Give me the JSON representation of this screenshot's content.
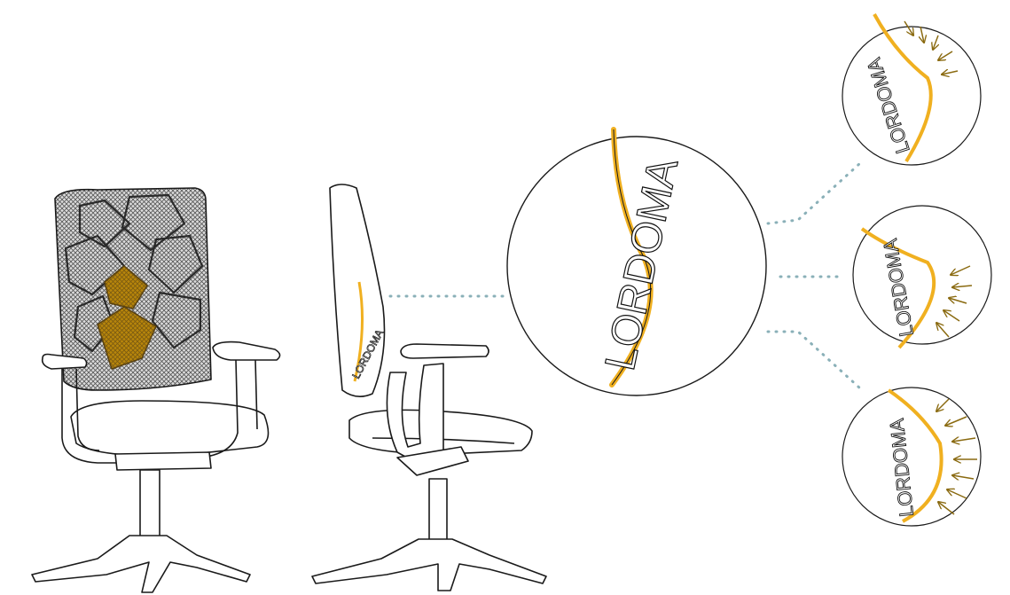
{
  "illustration": {
    "lumbar_label": "LORDOMA",
    "colors": {
      "accent": "#f0b020",
      "accent_dark": "#c8921a",
      "accent_fill": "#b8860b",
      "line": "#1a1a1a",
      "mesh": "#6e6e6e",
      "connector": "#8ab0b8"
    },
    "parts": [
      "front-view-chair",
      "side-view-chair",
      "lumbar-zoom-circle",
      "lumbar-detail-top",
      "lumbar-detail-middle",
      "lumbar-detail-bottom"
    ]
  }
}
